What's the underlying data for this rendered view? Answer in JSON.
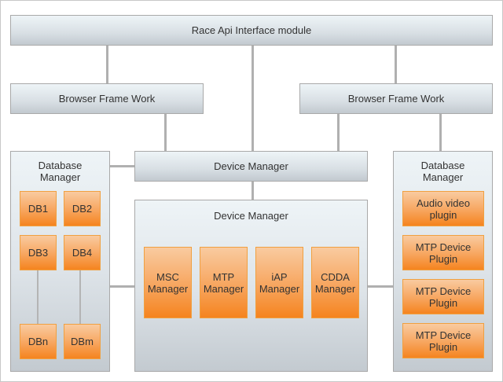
{
  "diagram": {
    "top_module": "Race Api Interface module",
    "browser_frameworks": [
      "Browser Frame Work",
      "Browser Frame Work"
    ],
    "device_manager_header": "Device Manager",
    "left_database_manager": {
      "title": "Database Manager",
      "items": [
        "DB1",
        "DB2",
        "DB3",
        "DB4",
        "DBn",
        "DBm"
      ]
    },
    "device_manager": {
      "title": "Device Manager",
      "items": [
        "MSC Manager",
        "MTP Manager",
        "iAP Manager",
        "CDDA Manager"
      ]
    },
    "right_database_manager": {
      "title": "Database Manager",
      "items": [
        "Audio video plugin",
        "MTP Device Plugin",
        "MTP Device Plugin",
        "MTP Device Plugin"
      ]
    },
    "colors": {
      "box_border": "#a9a9a9",
      "connector": "#b0b0b0",
      "orange_top": "#f9cba0",
      "orange_bottom": "#f5841f",
      "orange_border": "#f0a040"
    }
  }
}
